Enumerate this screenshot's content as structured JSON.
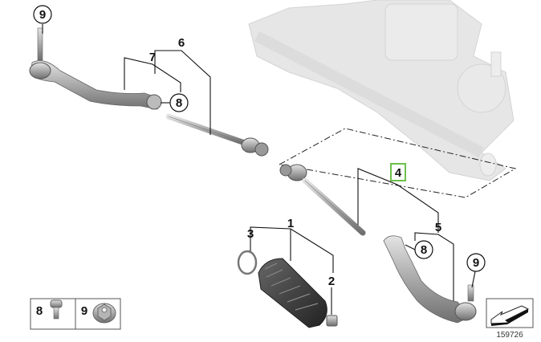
{
  "diagram": {
    "callouts": {
      "top_left_bolt": "9",
      "tie_rod_assembly_left": "6",
      "tie_rod_left": "7",
      "nut_left": "8",
      "tie_rod_right": "4",
      "tie_rod_end_right": "5",
      "nut_right": "8",
      "bolt_right": "9",
      "boot_kit": "1",
      "ring": "3",
      "clamp": "2"
    },
    "highlight_color": "#6cc04a",
    "legend": [
      {
        "number": "8",
        "part": "bolt-icon"
      },
      {
        "number": "9",
        "part": "nut-icon"
      }
    ],
    "diagram_id": "159726"
  }
}
